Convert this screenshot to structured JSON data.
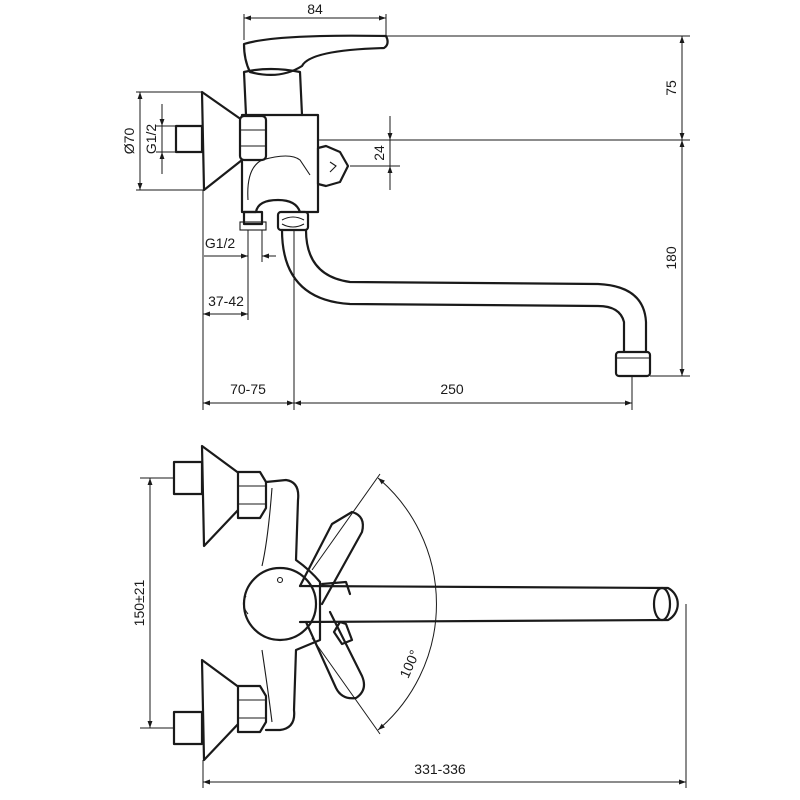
{
  "dimensions": {
    "handle_length": "84",
    "height_to_axis": "75",
    "outlet_offset": "24",
    "spout_height": "180",
    "flange_diameter": "Ø70",
    "inlet_thread": "G1/2",
    "bottom_thread": "G1/2",
    "depth_small": "37-42",
    "wall_to_axis": "70-75",
    "spout_reach": "250",
    "inlet_spacing": "150±21",
    "total_width": "331-336",
    "swivel_angle": "100°"
  }
}
